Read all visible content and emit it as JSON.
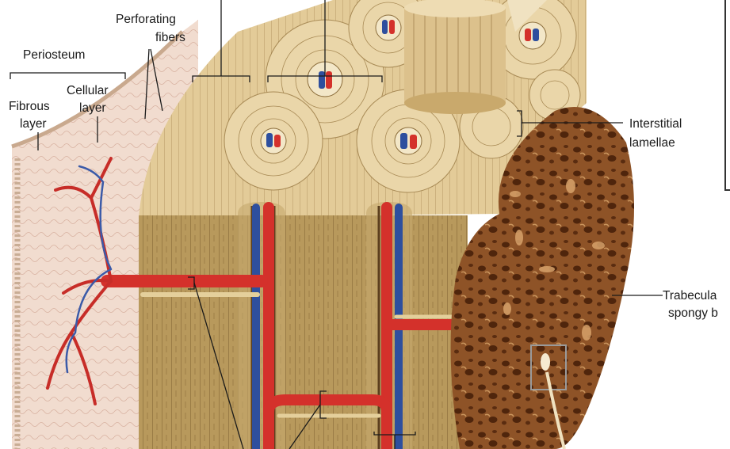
{
  "colors": {
    "bone_light": "#e9d6ad",
    "bone_mid": "#d8bd86",
    "bone_dark": "#9c7d49",
    "spongy": "#8a4e24",
    "spongy_dark": "#5a2c10",
    "artery": "#d4312b",
    "vein": "#2e4f9e",
    "periosteum": "#f1dccf"
  },
  "labels": {
    "periosteum": "Periosteum",
    "fibrous_line1": "Fibrous",
    "fibrous_line2": "layer",
    "cellular_line1": "Cellular",
    "cellular_line2": "layer",
    "perforating_line1": "Perforating",
    "perforating_line2": "fibers",
    "interstitial_line1": "Interstitial",
    "interstitial_line2": "lamellae",
    "trabecula_line1": "Trabecula",
    "trabecula_line2": "spongy b"
  }
}
